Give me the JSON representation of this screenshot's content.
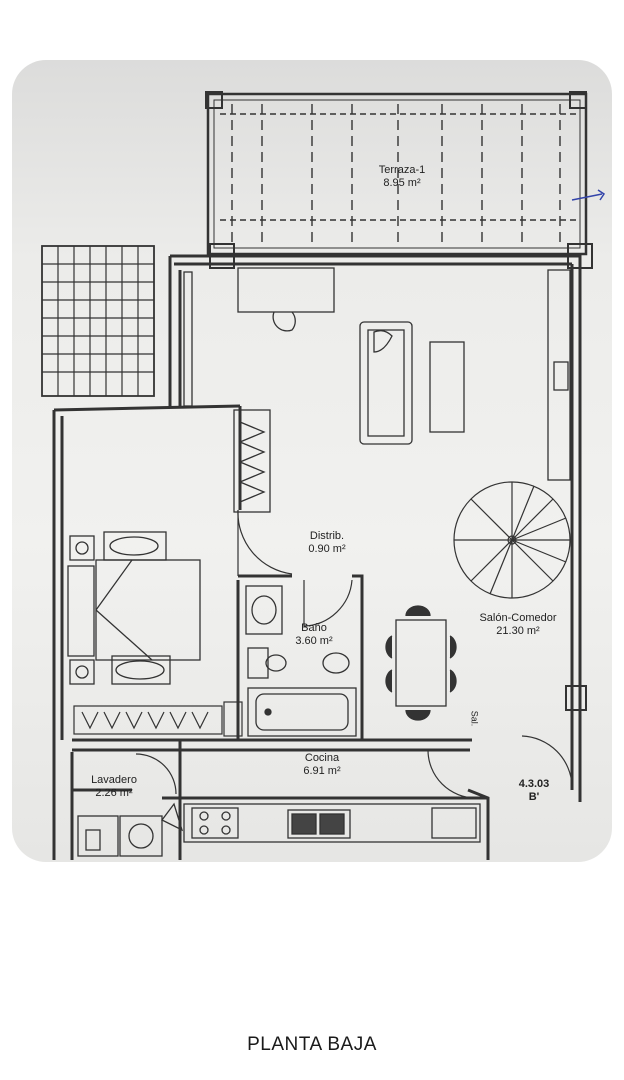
{
  "rooms": {
    "terraza": {
      "name": "Terraza-1",
      "area": "8.95 m²"
    },
    "distrib": {
      "name": "Distrib.",
      "area": "0.90 m²"
    },
    "bano": {
      "name": "Baño",
      "area": "3.60 m²"
    },
    "salon": {
      "name": "Salón-Comedor",
      "area": "21.30 m²"
    },
    "cocina": {
      "name": "Cocina",
      "area": "6.91 m²"
    },
    "lavadero": {
      "name": "Lavadero",
      "area": "2.26 m²"
    }
  },
  "unit": {
    "code": "4.3.03",
    "type": "B'"
  },
  "side_label": "Sal.",
  "caption": "PLANTA BAJA"
}
